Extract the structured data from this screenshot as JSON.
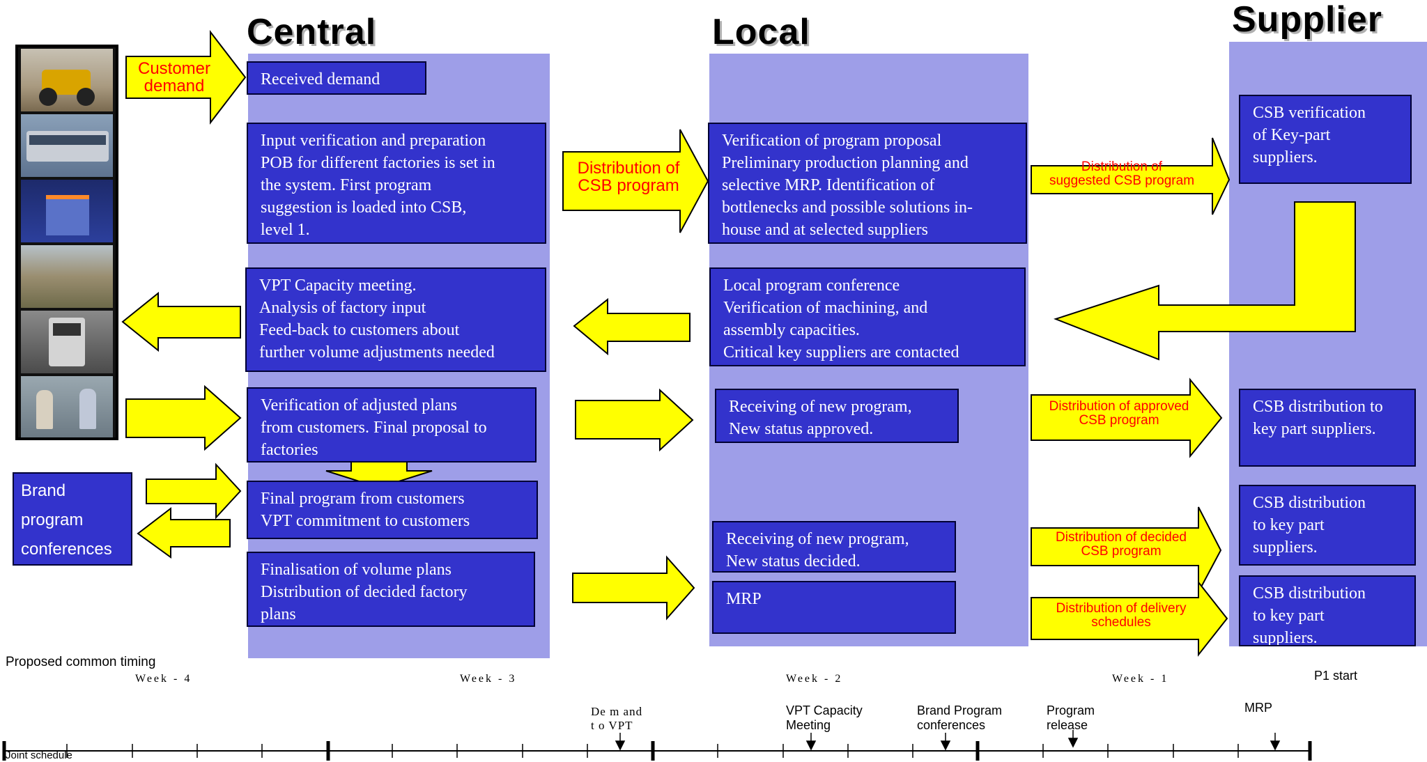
{
  "headings": {
    "central": "Central",
    "local": "Local",
    "supplier": "Supplier"
  },
  "central": {
    "received": "Received demand",
    "input": "Input verification and preparation\nPOB  for different factories is set in\nthe system. First program\nsuggestion is loaded into CSB,\nlevel 1.",
    "vpt": "VPT Capacity meeting.\nAnalysis of factory input\nFeed-back to customers about\nfurther volume adjustments needed",
    "adjusted": "Verification of adjusted plans\nfrom customers. Final proposal to\nfactories",
    "final": "Final program from customers\nVPT commitment to customers",
    "finalisation": "Finalisation of volume plans\nDistribution of decided factory\nplans"
  },
  "local": {
    "verification": "Verification of program proposal\nPreliminary production planning and\nselective MRP. Identification of\nbottlenecks and  possible solutions in-\nhouse and at  selected suppliers",
    "conference": "Local  program conference\nVerification of machining, and\nassembly capacities.\nCritical key suppliers are contacted",
    "approved": "Receiving of new program,\nNew status approved.",
    "decided": "Receiving of new program,\nNew status decided.",
    "mrp": "MRP"
  },
  "supplier": {
    "verification": "CSB verification\nof Key-part\nsuppliers.",
    "dist1": "CSB distribution to\nkey part suppliers.",
    "dist2": "CSB distribution\nto key part\nsuppliers.",
    "dist3": "CSB distribution\nto key part\nsuppliers."
  },
  "brand_box": "Brand\nprogram\nconferences",
  "arrow_labels": {
    "customer_demand": "Customer\ndemand",
    "distribution_csb": "Distribution of\nCSB program",
    "suggested": "Distribution of\nsuggested CSB program",
    "approved": "Distribution of approved\nCSB program",
    "decided": "Distribution of decided\nCSB program",
    "delivery": "Distribution of delivery\nschedules"
  },
  "timeline": {
    "caption": "Proposed common timing",
    "weeks": [
      "Week  - 4",
      "Week  - 3",
      "Week  - 2",
      "Week  - 1"
    ],
    "p1": "P1 start",
    "milestones": {
      "demand": "De m and\nt o  VPT",
      "vpt": "VPT Capacity\nMeeting",
      "brand": "Brand Program\nconferences",
      "release": "Program\nrelease",
      "mrp": "MRP"
    },
    "joint": "Joint schedule"
  },
  "colors": {
    "box": "#3333cc",
    "column": "#9e9ee8",
    "arrow": "#ffff00",
    "arrow_text": "#ff0000"
  }
}
